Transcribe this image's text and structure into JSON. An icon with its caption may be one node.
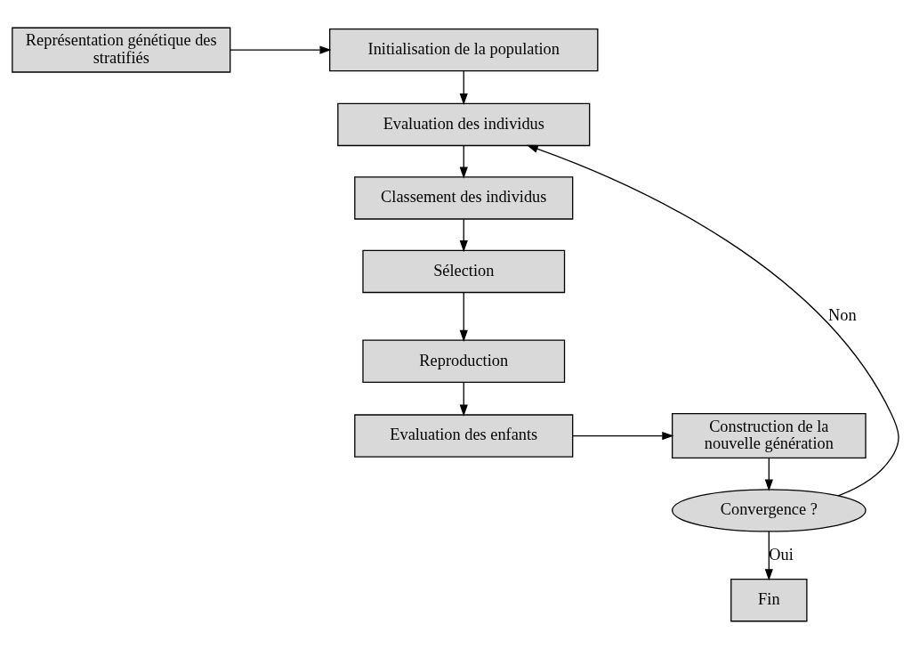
{
  "diagram": {
    "nodes": [
      {
        "text": [
          "Représentation génétique des stratifiés"
        ]
      },
      {
        "text": [
          "Initialisation de la population"
        ]
      },
      {
        "text": [
          "Evaluation des individus"
        ]
      },
      {
        "text": [
          "Classement des individus"
        ]
      },
      {
        "text": [
          "Sélection"
        ]
      },
      {
        "text": [
          "Reproduction"
        ]
      },
      {
        "text": [
          "Evaluation des enfants"
        ]
      },
      {
        "text": [
          "Construction de la nouvelle génération"
        ]
      },
      {
        "text": [
          "Convergence ?"
        ]
      },
      {
        "text": [
          "Fin"
        ]
      }
    ],
    "edges": [
      {
        "from": 0,
        "to": 1,
        "arrow": "to"
      },
      {
        "from": 1,
        "to": 2,
        "arrow": "to"
      },
      {
        "from": 2,
        "to": 3,
        "arrow": "to"
      },
      {
        "from": 3,
        "to": 4,
        "arrow": "to"
      },
      {
        "from": 4,
        "to": 5,
        "arrow": "to"
      },
      {
        "from": 5,
        "to": 6,
        "arrow": "to"
      },
      {
        "from": 6,
        "to": 7,
        "arrow": "to"
      },
      {
        "from": 7,
        "to": 8,
        "arrow": "to"
      },
      {
        "from": 8,
        "to": 9,
        "label": "Oui",
        "arrow": "to"
      },
      {
        "from": 8,
        "to": 2,
        "label": "Non",
        "arrow": "to"
      }
    ]
  }
}
